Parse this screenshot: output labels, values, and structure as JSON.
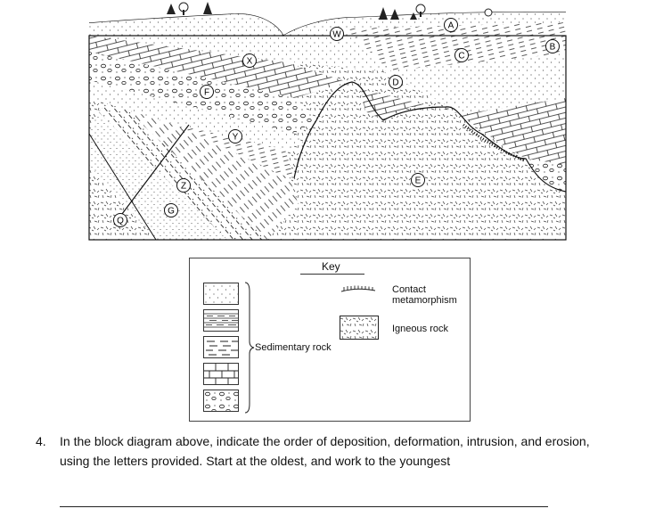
{
  "diagram": {
    "labels": [
      "W",
      "A",
      "B",
      "X",
      "C",
      "D",
      "F",
      "Y",
      "E",
      "Z",
      "G",
      "Q"
    ]
  },
  "key": {
    "title": "Key",
    "sedimentary_label": "Sedimentary rock",
    "contact_label_line1": "Contact",
    "contact_label_line2": "metamorphism",
    "igneous_label": "Igneous rock",
    "sedimentary_swatches": [
      "sandstone",
      "shale",
      "siltstone",
      "limestone",
      "conglomerate"
    ]
  },
  "question": {
    "number": "4.",
    "text": "In the block diagram above, indicate the order of deposition, deformation, intrusion, and erosion, using the letters provided. Start at the oldest, and work to the youngest"
  }
}
